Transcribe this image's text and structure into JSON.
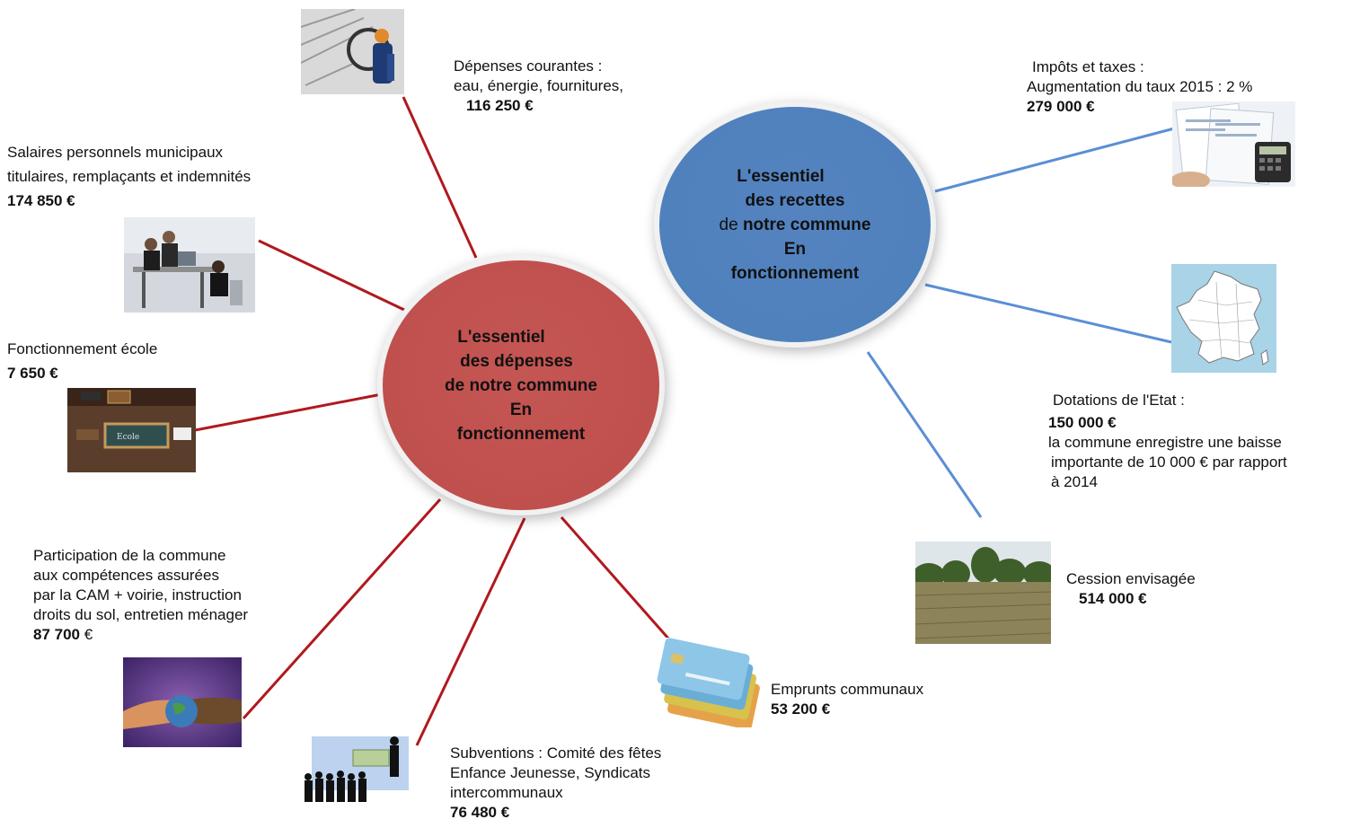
{
  "expenses_hub": {
    "line1": "L'essentiel",
    "line2": "des dépenses",
    "line3": "de notre commune",
    "line4": "En",
    "line5": "fonctionnement"
  },
  "revenues_hub": {
    "line1": "L'essentiel",
    "line2": "des recettes",
    "line3_prefix": "de",
    "line3_rest": "notre commune",
    "line4": "En",
    "line5": "fonctionnement"
  },
  "expenses": {
    "current": {
      "line1": "Dépenses courantes :",
      "line2": "eau, énergie, fournitures,",
      "amount": "116 250 €"
    },
    "salaries": {
      "line1": "Salaires personnels municipaux",
      "line2": "titulaires, remplaçants et indemnités",
      "amount": "174 850 €"
    },
    "school": {
      "line1": "Fonctionnement école",
      "amount": "7 650 €"
    },
    "participation": {
      "line1": "Participation de la commune",
      "line2": "aux compétences assurées",
      "line3": "par la CAM + voirie, instruction",
      "line4": "droits du sol, entretien ménager",
      "amount": "87 700",
      "currency": "€"
    },
    "subsidies": {
      "line1": "Subventions : Comité des fêtes",
      "line2": "Enfance Jeunesse, Syndicats",
      "line3": "intercommunaux",
      "amount": "76 480 €"
    },
    "loans": {
      "line1": "Emprunts communaux",
      "amount": "53 200 €"
    }
  },
  "revenues": {
    "taxes": {
      "line1": "Impôts et taxes :",
      "line2": "Augmentation du taux 2015 : 2 %",
      "amount": "279 000 €"
    },
    "state_grants": {
      "line1": "Dotations de l'Etat :",
      "amount": "150 000 €",
      "line3": "la commune enregistre une baisse",
      "line4": "importante de 10 000 € par rapport",
      "line5": "à 2014"
    },
    "sale": {
      "line1": "Cession envisagée",
      "amount": "514 000 €"
    }
  },
  "colors": {
    "expenses_hub": "#c0504d",
    "revenues_hub": "#4f81bd",
    "expenses_connector": "#b0191e",
    "revenues_connector": "#5b8ed6"
  },
  "photos": {
    "current": "technician-cables-photo",
    "salaries": "office-workers-photo",
    "school": "school-slate-photo",
    "participation": "joined-hands-photo",
    "subsidies": "crowd-money-photo",
    "loans": "bank-cards-photo",
    "taxes": "tax-forms-calculator-photo",
    "state_grants": "france-map-photo",
    "sale": "field-landscape-photo"
  }
}
